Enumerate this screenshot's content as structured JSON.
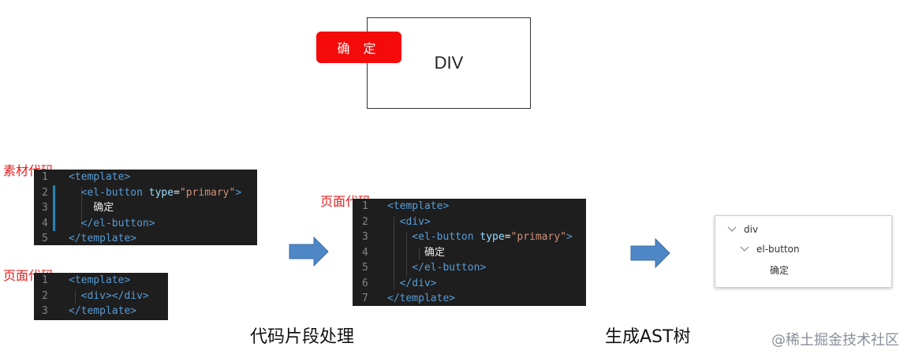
{
  "demo": {
    "button_label": "确 定",
    "div_label": "DIV"
  },
  "captions": {
    "material_code": "素材代码",
    "page_code_small": "页面代码",
    "page_code_result": "页面代码",
    "process": "代码片段处理",
    "ast": "生成AST树"
  },
  "material_code": [
    {
      "n": "1",
      "tokens": [
        {
          "t": "<template>",
          "c": "tag"
        }
      ]
    },
    {
      "n": "2",
      "tokens": [
        {
          "t": "  <el-button ",
          "c": "tag"
        },
        {
          "t": "type",
          "c": "attr"
        },
        {
          "t": "=",
          "c": "plain"
        },
        {
          "t": "\"primary\"",
          "c": "str"
        },
        {
          "t": ">",
          "c": "tag"
        }
      ]
    },
    {
      "n": "3",
      "tokens": [
        {
          "t": "    确定",
          "c": "plain"
        }
      ]
    },
    {
      "n": "4",
      "tokens": [
        {
          "t": "  </el-button>",
          "c": "tag"
        }
      ]
    },
    {
      "n": "5",
      "tokens": [
        {
          "t": "</template>",
          "c": "tag"
        }
      ]
    }
  ],
  "page_code": [
    {
      "n": "1",
      "tokens": [
        {
          "t": "<template>",
          "c": "tag"
        }
      ]
    },
    {
      "n": "2",
      "tokens": [
        {
          "t": "  <div></div>",
          "c": "tag"
        }
      ]
    },
    {
      "n": "3",
      "tokens": [
        {
          "t": "</template>",
          "c": "tag"
        }
      ]
    }
  ],
  "result_code": [
    {
      "n": "1",
      "tokens": [
        {
          "t": "<template>",
          "c": "tag"
        }
      ]
    },
    {
      "n": "2",
      "tokens": [
        {
          "t": "  <div>",
          "c": "tag"
        }
      ]
    },
    {
      "n": "3",
      "tokens": [
        {
          "t": "    <el-button ",
          "c": "tag"
        },
        {
          "t": "type",
          "c": "attr"
        },
        {
          "t": "=",
          "c": "plain"
        },
        {
          "t": "\"primary\"",
          "c": "str"
        },
        {
          "t": ">",
          "c": "tag"
        }
      ]
    },
    {
      "n": "4",
      "tokens": [
        {
          "t": "      确定",
          "c": "plain"
        }
      ]
    },
    {
      "n": "5",
      "tokens": [
        {
          "t": "    </el-button>",
          "c": "tag"
        }
      ]
    },
    {
      "n": "6",
      "tokens": [
        {
          "t": "  </div>",
          "c": "tag"
        }
      ]
    },
    {
      "n": "7",
      "tokens": [
        {
          "t": "</template>",
          "c": "tag"
        }
      ]
    }
  ],
  "ast_tree": {
    "root": "div",
    "child": "el-button",
    "leaf": "确定"
  },
  "watermark": "@稀土掘金技术社区",
  "colors": {
    "button_red": "#f50a0a",
    "caption_red": "#e32020",
    "arrow_blue": "#4f86c6",
    "code_bg": "#1e1e1e"
  }
}
